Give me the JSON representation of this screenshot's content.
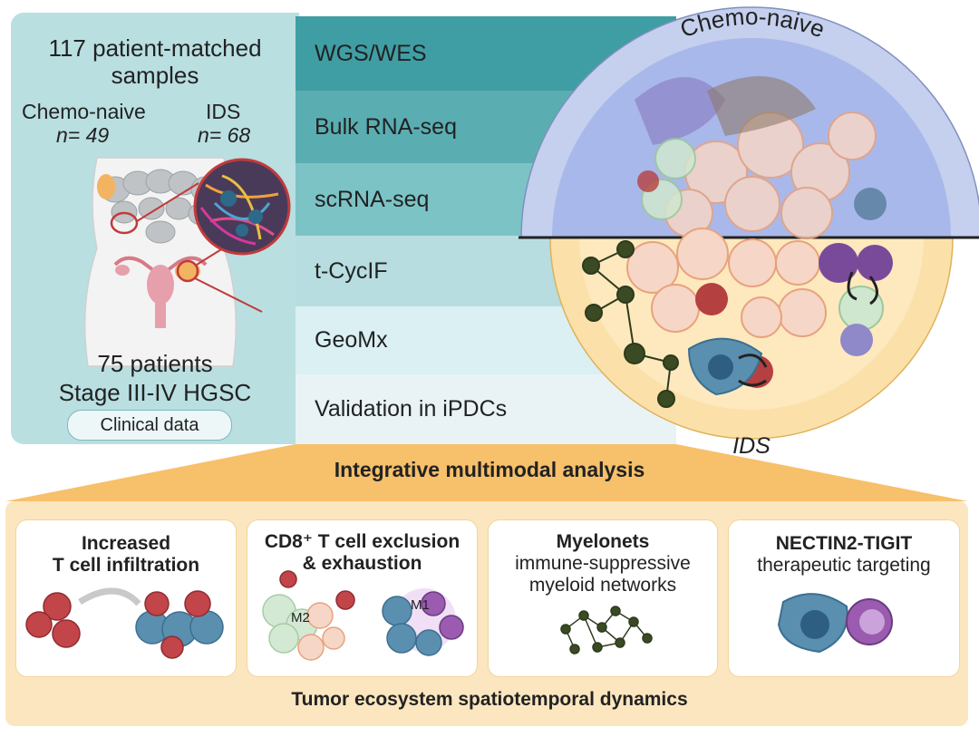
{
  "cohort": {
    "samples_line1": "117 patient-matched",
    "samples_line2": "samples",
    "group_a_label": "Chemo-naive",
    "group_a_n": "n= 49",
    "group_b_label": "IDS",
    "group_b_n": "n= 68",
    "patients_line1": "75 patients",
    "patients_line2": "Stage III-IV HGSC",
    "clinical_pill": "Clinical data"
  },
  "modalities": [
    {
      "label": "WGS/WES",
      "color": "#3f9ea4"
    },
    {
      "label": "Bulk RNA-seq",
      "color": "#5aaeb2"
    },
    {
      "label": "scRNA-seq",
      "color": "#7cc3c6"
    },
    {
      "label": "t-CycIF",
      "color": "#b7dde0"
    },
    {
      "label": "GeoMx",
      "color": "#daf0f3"
    },
    {
      "label": "Validation in iPDCs",
      "color": "#e9f3f5"
    }
  ],
  "circle": {
    "top_label": "Chemo-naive",
    "bottom_label": "IDS",
    "top_color": "#c5cfee",
    "top_inner": "#a9b8ea",
    "bottom_color": "#fbe1a9",
    "bottom_inner": "#fde9bd"
  },
  "integrative_label": "Integrative multimodal analysis",
  "cards": [
    {
      "line1": "Increased",
      "line2": "T cell infiltration"
    },
    {
      "line1": "CD8⁺ T cell exclusion",
      "line2": "& exhaustion",
      "m2": "M2",
      "m1": "M1"
    },
    {
      "line1": "Myelonets",
      "line2": "immune-suppressive",
      "line3": "myeloid networks"
    },
    {
      "line1": "NECTIN2-TIGIT",
      "line2": "therapeutic targeting"
    }
  ],
  "ecosystem_label": "Tumor ecosystem spatiotemporal dynamics"
}
